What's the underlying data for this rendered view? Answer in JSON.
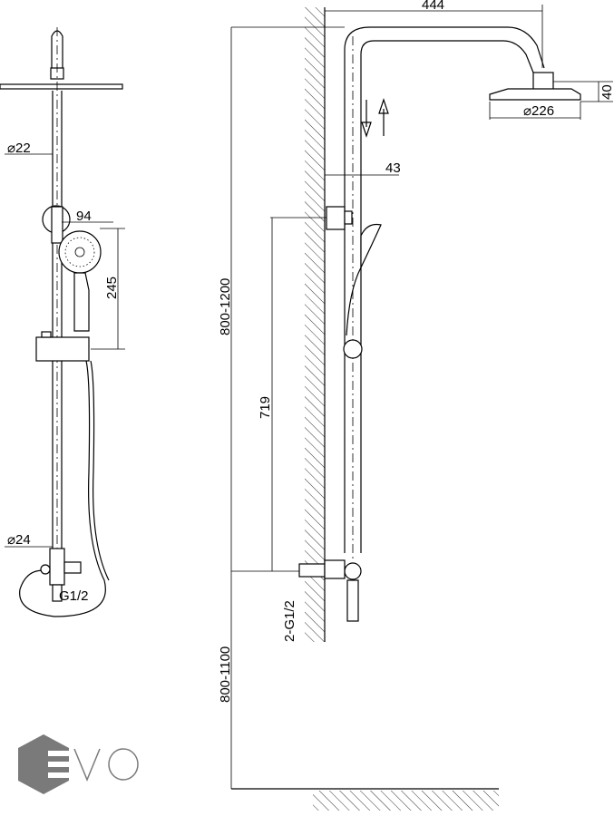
{
  "left_view": {
    "pipe_diameter": "⌀22",
    "hand_shower_width": "94",
    "hand_shower_height": "245",
    "lower_pipe_diameter": "⌀24",
    "inlet_thread": "G1/2"
  },
  "side_view": {
    "arm_reach": "444",
    "head_thickness": "40",
    "head_diameter": "⌀226",
    "wall_offset": "43",
    "total_height_range": "800-1200",
    "slider_height": "719",
    "inlet_thread": "2-G1/2",
    "install_height_range": "800-1100"
  },
  "logo": {
    "text": "EVO",
    "color": "#7a7a7a"
  }
}
